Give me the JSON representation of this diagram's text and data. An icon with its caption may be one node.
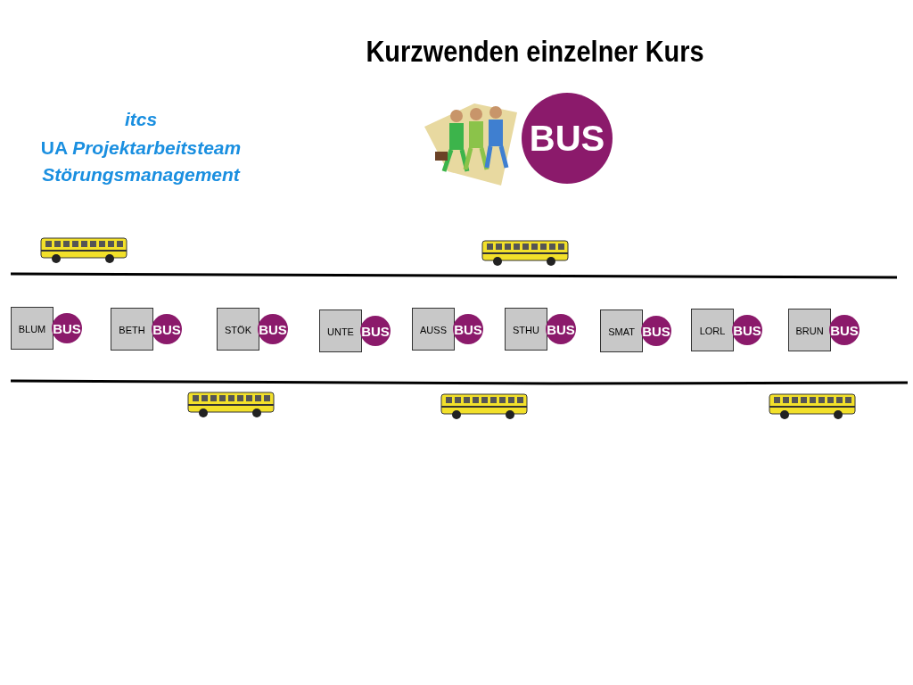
{
  "diagram": {
    "title": "Kurzwenden einzelner Kurs",
    "nodes": [
      {
        "text": [
          "BUS"
        ]
      },
      {
        "text": [
          "BLUM"
        ]
      },
      {
        "text": [
          "BUS"
        ]
      },
      {
        "text": [
          "BETH"
        ]
      },
      {
        "text": [
          "BUS"
        ]
      },
      {
        "text": [
          "STÖK"
        ]
      },
      {
        "text": [
          "BUS"
        ]
      },
      {
        "text": [
          "UNTE"
        ]
      },
      {
        "text": [
          "BUS"
        ]
      },
      {
        "text": [
          "AUSS"
        ]
      },
      {
        "text": [
          "BUS"
        ]
      },
      {
        "text": [
          "STHU"
        ]
      },
      {
        "text": [
          "BUS"
        ]
      },
      {
        "text": [
          "SMAT"
        ]
      },
      {
        "text": [
          "BUS"
        ]
      },
      {
        "text": [
          "LORL"
        ]
      },
      {
        "text": [
          "BUS"
        ]
      },
      {
        "text": [
          "BRUN"
        ]
      },
      {
        "text": [
          "BUS"
        ]
      }
    ],
    "edges": [],
    "labels": [
      "itcs",
      "UA *Projektarbeitsteam*",
      "Störungsmanagement"
    ]
  }
}
